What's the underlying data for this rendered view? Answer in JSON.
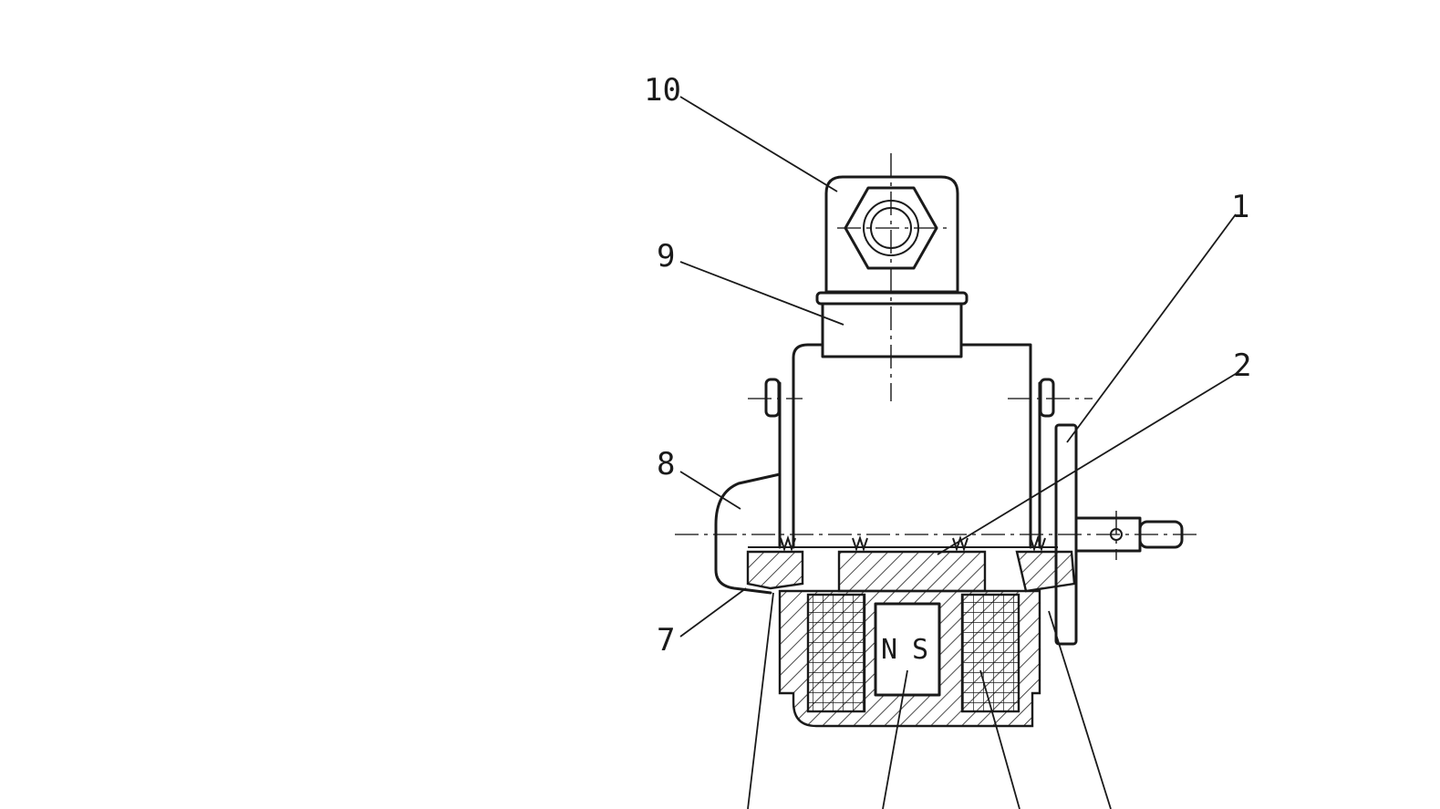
{
  "callouts": [
    "10",
    "9",
    "8",
    "7",
    "1",
    "2"
  ],
  "magnet": {
    "north": "N",
    "south": "S"
  },
  "colors": {
    "ink": "#1a1a1a",
    "background": "#ffffff"
  }
}
